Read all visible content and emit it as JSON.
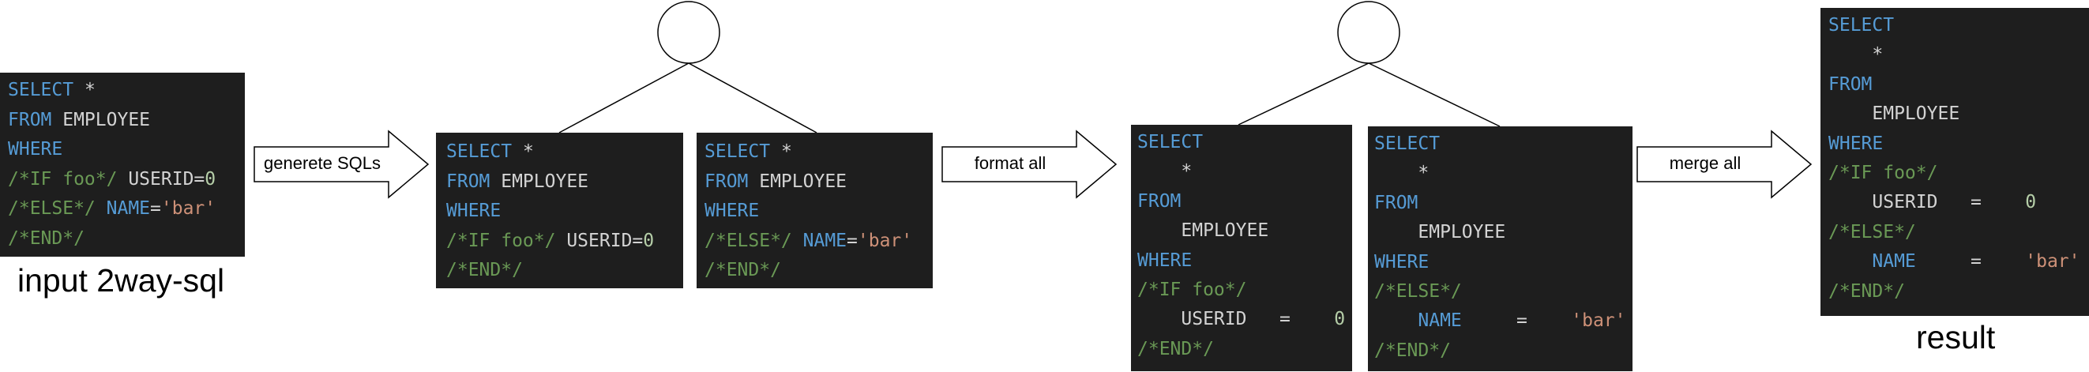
{
  "input": {
    "caption": "input 2way-sql",
    "lines": [
      [
        {
          "t": "SELECT",
          "c": "kw"
        },
        {
          "t": " *",
          "c": "id"
        }
      ],
      [
        {
          "t": "FROM",
          "c": "kw"
        },
        {
          "t": " EMPLOYEE",
          "c": "id"
        }
      ],
      [
        {
          "t": "WHERE",
          "c": "kw"
        }
      ],
      [
        {
          "t": "/*IF foo*/",
          "c": "cm"
        },
        {
          "t": " USERID=",
          "c": "id"
        },
        {
          "t": "0",
          "c": "nm"
        }
      ],
      [
        {
          "t": "/*ELSE*/",
          "c": "cm"
        },
        {
          "t": " NAME",
          "c": "kw"
        },
        {
          "t": "=",
          "c": "id"
        },
        {
          "t": "'bar'",
          "c": "st"
        }
      ],
      [
        {
          "t": "/*END*/",
          "c": "cm"
        }
      ]
    ]
  },
  "arrows": {
    "generate": "generete SQLs",
    "format": "format all",
    "merge": "merge all"
  },
  "generated": [
    {
      "lines": [
        [
          {
            "t": "SELECT",
            "c": "kw"
          },
          {
            "t": " *",
            "c": "id"
          }
        ],
        [
          {
            "t": "FROM",
            "c": "kw"
          },
          {
            "t": " EMPLOYEE",
            "c": "id"
          }
        ],
        [
          {
            "t": "WHERE",
            "c": "kw"
          }
        ],
        [
          {
            "t": "/*IF foo*/",
            "c": "cm"
          },
          {
            "t": " USERID=",
            "c": "id"
          },
          {
            "t": "0",
            "c": "nm"
          }
        ],
        [
          {
            "t": "/*END*/",
            "c": "cm"
          }
        ]
      ]
    },
    {
      "lines": [
        [
          {
            "t": "SELECT",
            "c": "kw"
          },
          {
            "t": " *",
            "c": "id"
          }
        ],
        [
          {
            "t": "FROM",
            "c": "kw"
          },
          {
            "t": " EMPLOYEE",
            "c": "id"
          }
        ],
        [
          {
            "t": "WHERE",
            "c": "kw"
          }
        ],
        [
          {
            "t": "/*ELSE*/",
            "c": "cm"
          },
          {
            "t": " NAME",
            "c": "kw"
          },
          {
            "t": "=",
            "c": "id"
          },
          {
            "t": "'bar'",
            "c": "st"
          }
        ],
        [
          {
            "t": "/*END*/",
            "c": "cm"
          }
        ]
      ]
    }
  ],
  "formatted": [
    {
      "lines": [
        [
          {
            "t": "SELECT",
            "c": "kw"
          }
        ],
        [
          {
            "t": "    *",
            "c": "id"
          }
        ],
        [
          {
            "t": "FROM",
            "c": "kw"
          }
        ],
        [
          {
            "t": "    EMPLOYEE",
            "c": "id"
          }
        ],
        [
          {
            "t": "WHERE",
            "c": "kw"
          }
        ],
        [
          {
            "t": "/*IF foo*/",
            "c": "cm"
          }
        ],
        [
          {
            "t": "    USERID   =    ",
            "c": "id"
          },
          {
            "t": "0",
            "c": "nm"
          }
        ],
        [
          {
            "t": "/*END*/",
            "c": "cm"
          }
        ]
      ]
    },
    {
      "lines": [
        [
          {
            "t": "SELECT",
            "c": "kw"
          }
        ],
        [
          {
            "t": "    *",
            "c": "id"
          }
        ],
        [
          {
            "t": "FROM",
            "c": "kw"
          }
        ],
        [
          {
            "t": "    EMPLOYEE",
            "c": "id"
          }
        ],
        [
          {
            "t": "WHERE",
            "c": "kw"
          }
        ],
        [
          {
            "t": "/*ELSE*/",
            "c": "cm"
          }
        ],
        [
          {
            "t": "    ",
            "c": "id"
          },
          {
            "t": "NAME",
            "c": "kw"
          },
          {
            "t": "     =    ",
            "c": "id"
          },
          {
            "t": "'bar'",
            "c": "st"
          }
        ],
        [
          {
            "t": "/*END*/",
            "c": "cm"
          }
        ]
      ]
    }
  ],
  "result": {
    "caption": "result",
    "lines": [
      [
        {
          "t": "SELECT",
          "c": "kw"
        }
      ],
      [
        {
          "t": "    *",
          "c": "id"
        }
      ],
      [
        {
          "t": "FROM",
          "c": "kw"
        }
      ],
      [
        {
          "t": "    EMPLOYEE",
          "c": "id"
        }
      ],
      [
        {
          "t": "WHERE",
          "c": "kw"
        }
      ],
      [
        {
          "t": "/*IF foo*/",
          "c": "cm"
        }
      ],
      [
        {
          "t": "    USERID   =    ",
          "c": "id"
        },
        {
          "t": "0",
          "c": "nm"
        }
      ],
      [
        {
          "t": "/*ELSE*/",
          "c": "cm"
        }
      ],
      [
        {
          "t": "    ",
          "c": "id"
        },
        {
          "t": "NAME",
          "c": "kw"
        },
        {
          "t": "     =    ",
          "c": "id"
        },
        {
          "t": "'bar'",
          "c": "st"
        }
      ],
      [
        {
          "t": "/*END*/",
          "c": "cm"
        }
      ]
    ]
  },
  "colors": {
    "code_bg": "#1e1e1e",
    "keyword": "#569cd6",
    "comment": "#6a9955",
    "string": "#ce9178",
    "number": "#b5cea8",
    "identifier": "#d4d4d4"
  }
}
